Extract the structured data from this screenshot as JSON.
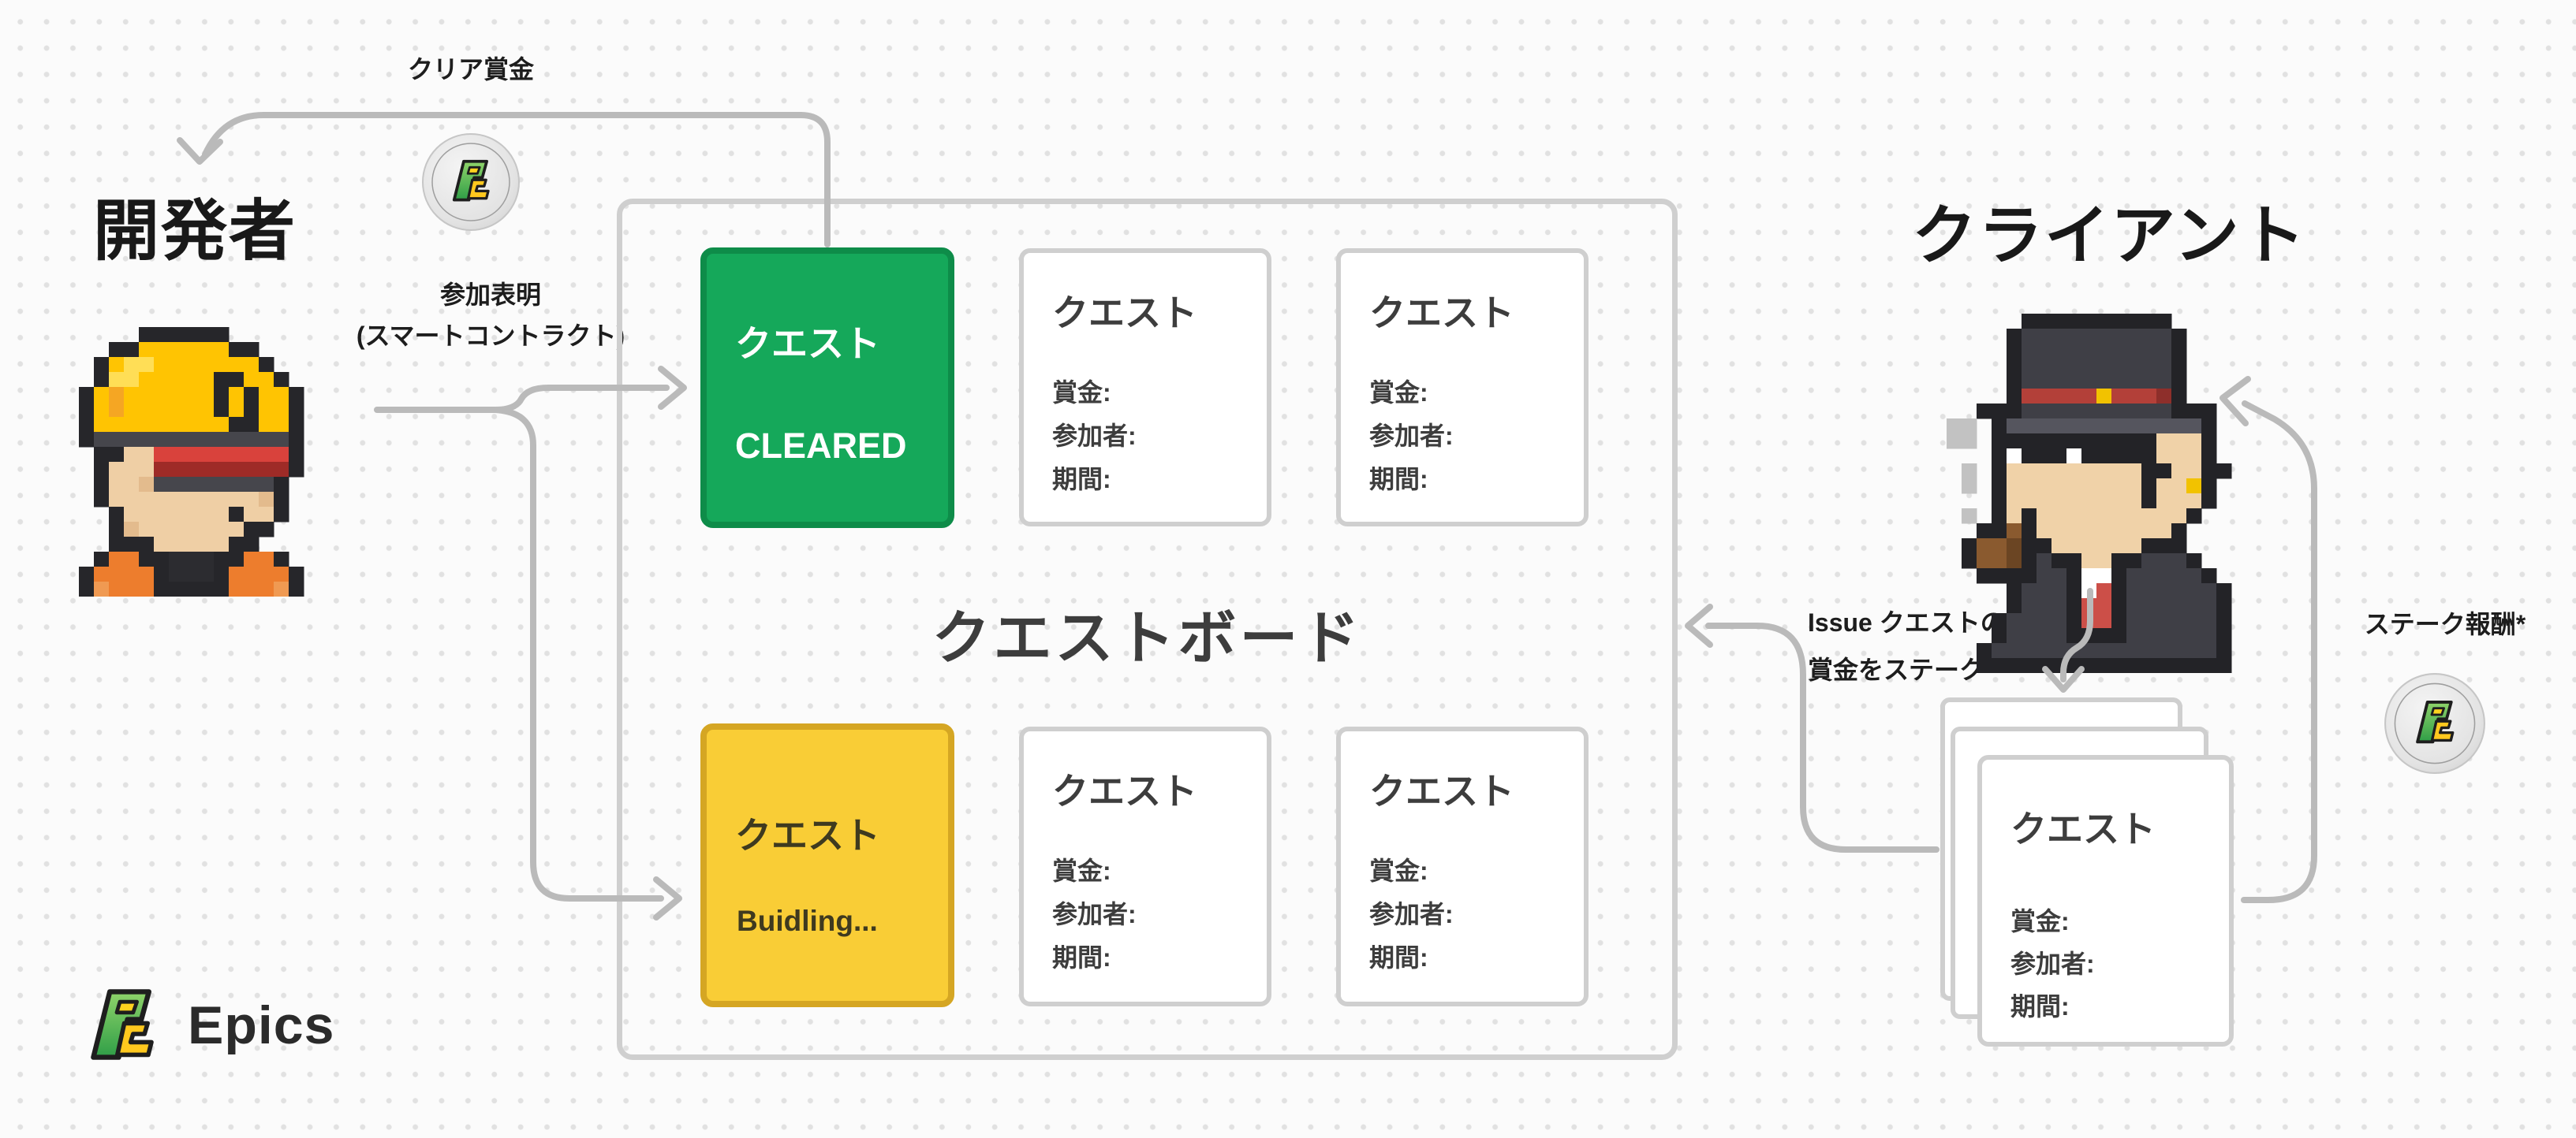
{
  "diagram": {
    "developer_title": "開発者",
    "client_title": "クライアント",
    "board_title": "クエストボード",
    "labels": {
      "clear_reward": "クリア賞金",
      "participation1": "参加表明",
      "participation2": "(スマートコントラクト)",
      "issue1": "Issue クエストの作成",
      "issue2": "賞金をステーク",
      "stake_reward": "ステーク報酬*"
    },
    "cards": {
      "quest_title": "クエスト",
      "cleared_status": "CLEARED",
      "building_status": "Buidling...",
      "field_prize": "賞金:",
      "field_participants": "参加者:",
      "field_period": "期間:"
    },
    "logo_text": "Epics",
    "icons": {
      "coin": "epics-token-coin",
      "logo_mark": "epics-logo-mark",
      "developer_avatar": "pixel-art-construction-worker",
      "client_avatar": "pixel-art-top-hat-client"
    },
    "colors": {
      "cleared_bg": "#15A85A",
      "cleared_border": "#0E8C49",
      "building_bg": "#F9CD36",
      "building_border": "#D5A623",
      "arrow": "#bababa",
      "card_border": "#cfcfcf",
      "logo_green": "#3FA23C",
      "logo_yellow": "#FFC81E"
    }
  }
}
